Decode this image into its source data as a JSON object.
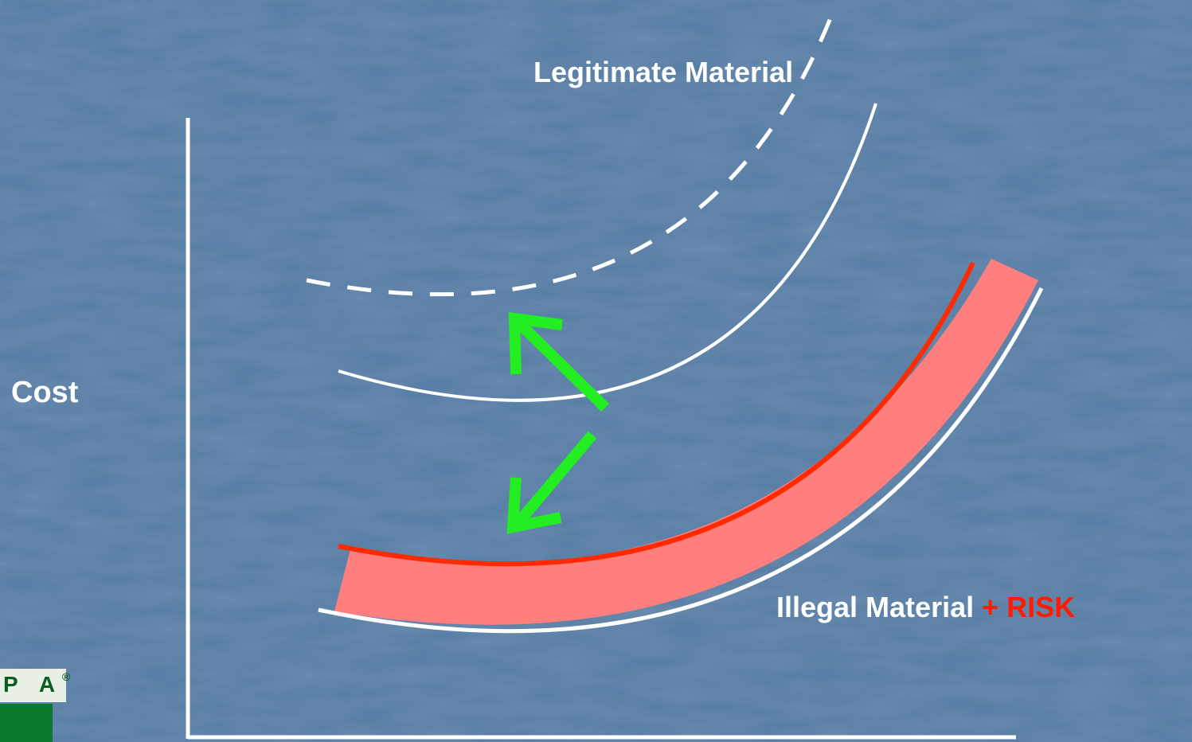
{
  "labels": {
    "legitimate": "Legitimate Material",
    "illegal": "Illegal  Material",
    "risk": "+ RISK",
    "y_axis": "Cost"
  },
  "logo": {
    "text": "P A",
    "registered": "®"
  },
  "colors": {
    "background": "#5a7fa6",
    "curve": "#ffffff",
    "band_fill": "#ff7f7f",
    "band_edge": "#ff2a00",
    "arrow": "#22ee22",
    "risk_text": "#ff1a00",
    "logo_green": "#0b7a2a"
  }
}
